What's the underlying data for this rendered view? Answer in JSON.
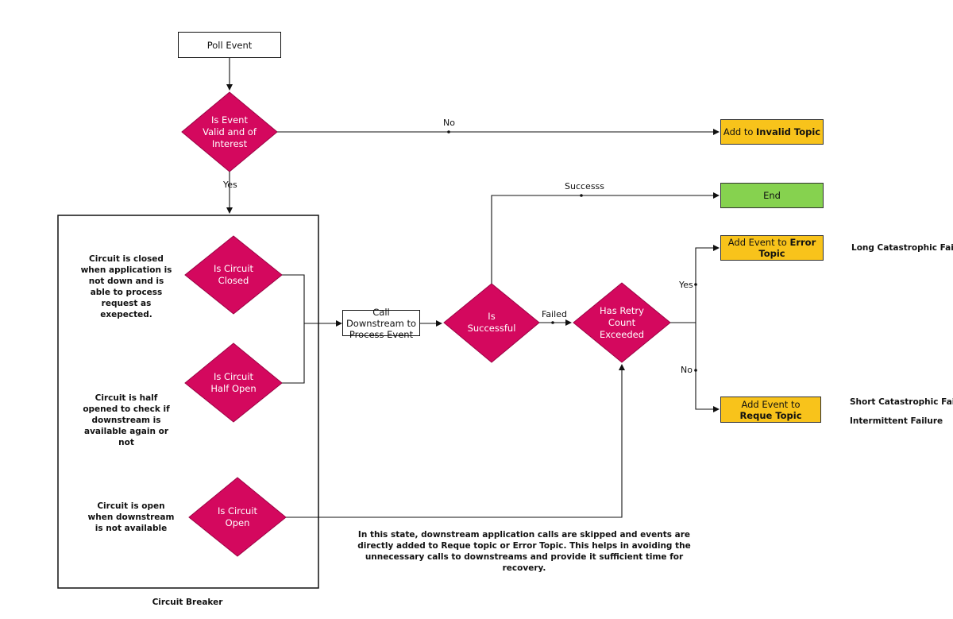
{
  "nodes": {
    "poll_event": "Poll Event",
    "is_event_valid": "Is Event Valid and of Interest",
    "add_invalid_prefix": "Add to ",
    "add_invalid_bold": "Invalid Topic",
    "end": "End",
    "add_error_prefix": "Add Event to ",
    "add_error_bold": "Error Topic",
    "add_reque_prefix": "Add Event to ",
    "add_reque_bold": "Reque Topic",
    "is_circuit_closed": "Is Circuit Closed",
    "is_circuit_half_open": "Is Circuit Half Open",
    "is_circuit_open": "Is Circuit Open",
    "call_downstream": "Call Downstream to Process Event",
    "is_successful": "Is Successful",
    "has_retry_exceeded": "Has Retry Count Exceeded"
  },
  "edges": {
    "no_invalid": "No",
    "yes_valid": "Yes",
    "success": "Successs",
    "failed": "Failed",
    "yes_retry": "Yes",
    "no_retry": "No"
  },
  "notes": {
    "closed": "Circuit is closed when application is not down and is able to process request as exepected.",
    "half_open": "Circuit is half opened to check if downstream is available again or not",
    "open": "Circuit is open when downstream is not available",
    "open_state": "In this state,  downstream application calls are skipped and events are directly added to Reque topic or Error Topic.  This helps in avoiding the unnecessary calls to downstreams and provide it sufficient time for recovery.",
    "circuit_breaker": "Circuit Breaker"
  },
  "side_labels": {
    "long_failure": "Long Catastrophic Failure",
    "short_failure": "Short Catastrophic Failure",
    "intermittent_failure": "Intermittent Failure"
  },
  "colors": {
    "diamond": "#d4085e",
    "yellow_box": "#f8c31b",
    "green_box": "#86d24f",
    "line": "#111111"
  }
}
